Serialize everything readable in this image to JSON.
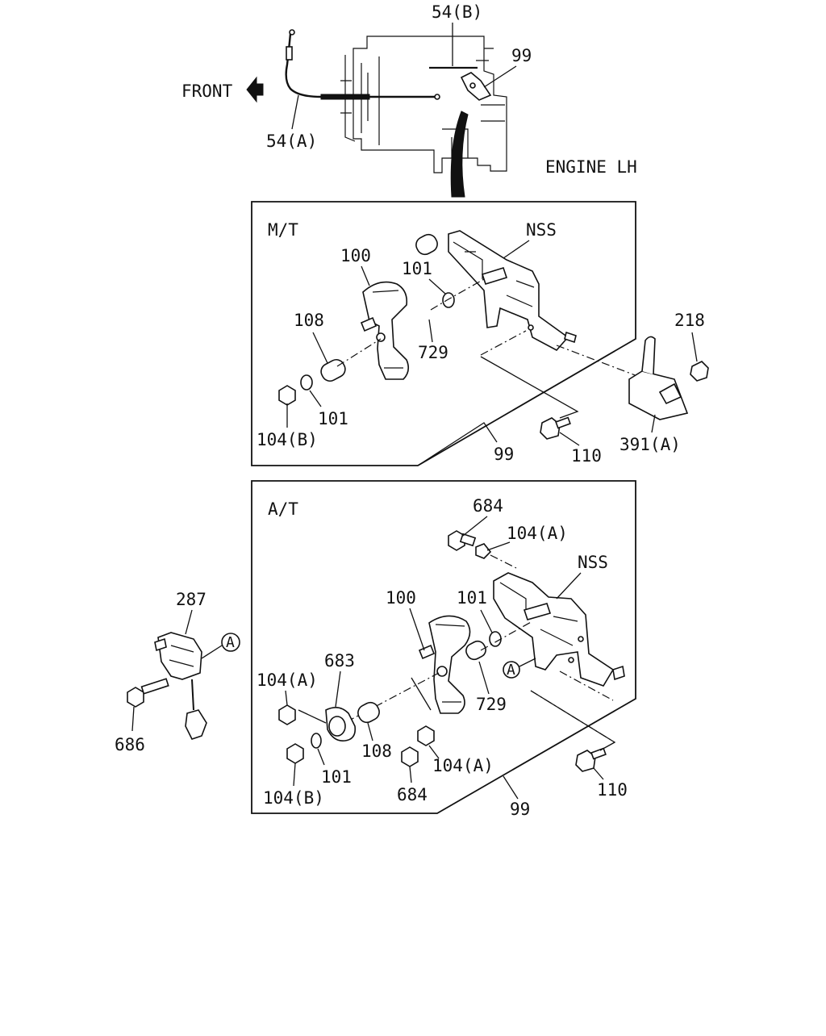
{
  "direction": {
    "front_label": "FRONT"
  },
  "engine": {
    "side_label": "ENGINE LH"
  },
  "top_callouts": {
    "cable_a": "54(A)",
    "cable_b": "54(B)",
    "lever": "99"
  },
  "mt_panel": {
    "title": "M/T",
    "callouts": {
      "lever": "100",
      "washer_upper": "101",
      "collar_upper": "729",
      "collar_lower": "108",
      "washer_lower": "101",
      "nut": "104(B)",
      "assembly": "99",
      "bolt": "110",
      "bracket_nss": "NSS",
      "clip_nut": "218",
      "cable_bracket": "391(A)"
    }
  },
  "at_panel": {
    "title": "A/T",
    "callouts": {
      "bolt_top": "684",
      "washer_top": "104(A)",
      "bracket_nss": "NSS",
      "lever": "100",
      "washer_upper": "101",
      "collar_upper": "729",
      "cam": "683",
      "nut_left": "104(A)",
      "collar_lower": "108",
      "washer_lower": "101",
      "nut_lower": "104(B)",
      "bolt_bottom": "684",
      "washer_bottom": "104(A)",
      "assembly": "99",
      "bolt": "110",
      "ref_mark": "A"
    }
  },
  "switch_group": {
    "switch": "287",
    "bolt": "686",
    "ref_mark": "A"
  }
}
